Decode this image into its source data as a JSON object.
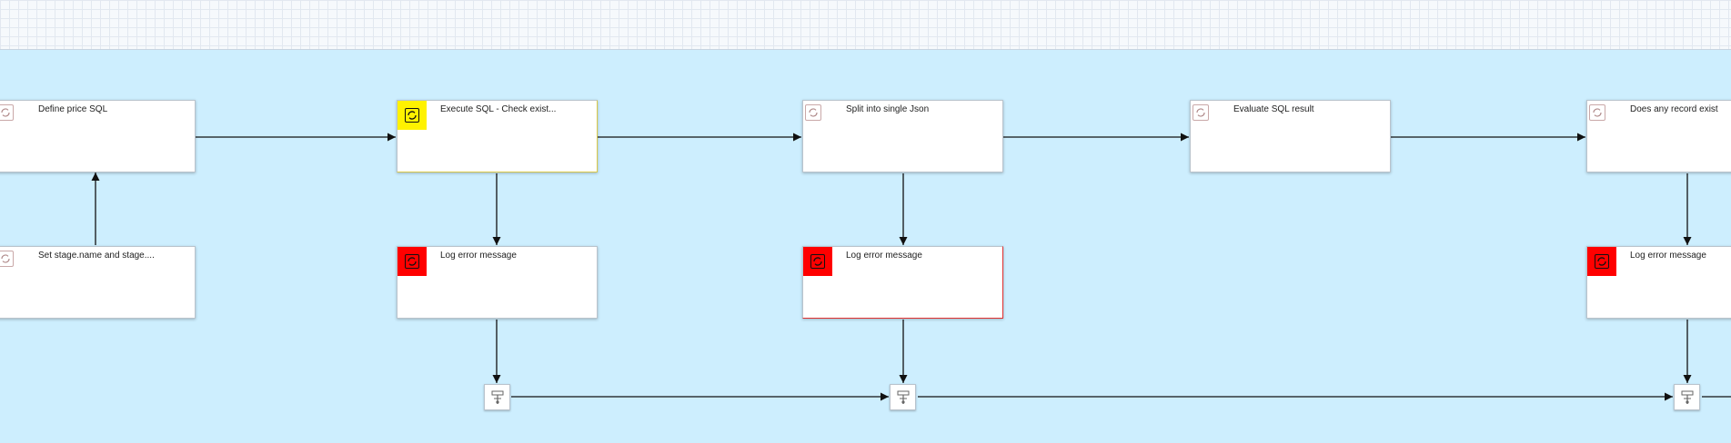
{
  "nodes": {
    "define_price_sql": "Define price SQL",
    "execute_sql": "Execute SQL - Check exist...",
    "split_json": "Split into single Json",
    "evaluate_sql": "Evaluate SQL result",
    "any_record": "Does any record exist",
    "set_stage": "Set stage.name and stage....",
    "log_error_1": "Log error message",
    "log_error_2": "Log error message",
    "log_error_3": "Log error message"
  },
  "colors": {
    "canvas_background": "#cdeefe",
    "grid_background": "#f6f9fc",
    "warning_flag": "#fff200",
    "error_flag": "#ff0000",
    "edge": "#111111"
  },
  "icons": {
    "task": "refresh-icon",
    "merge": "merge-icon"
  }
}
